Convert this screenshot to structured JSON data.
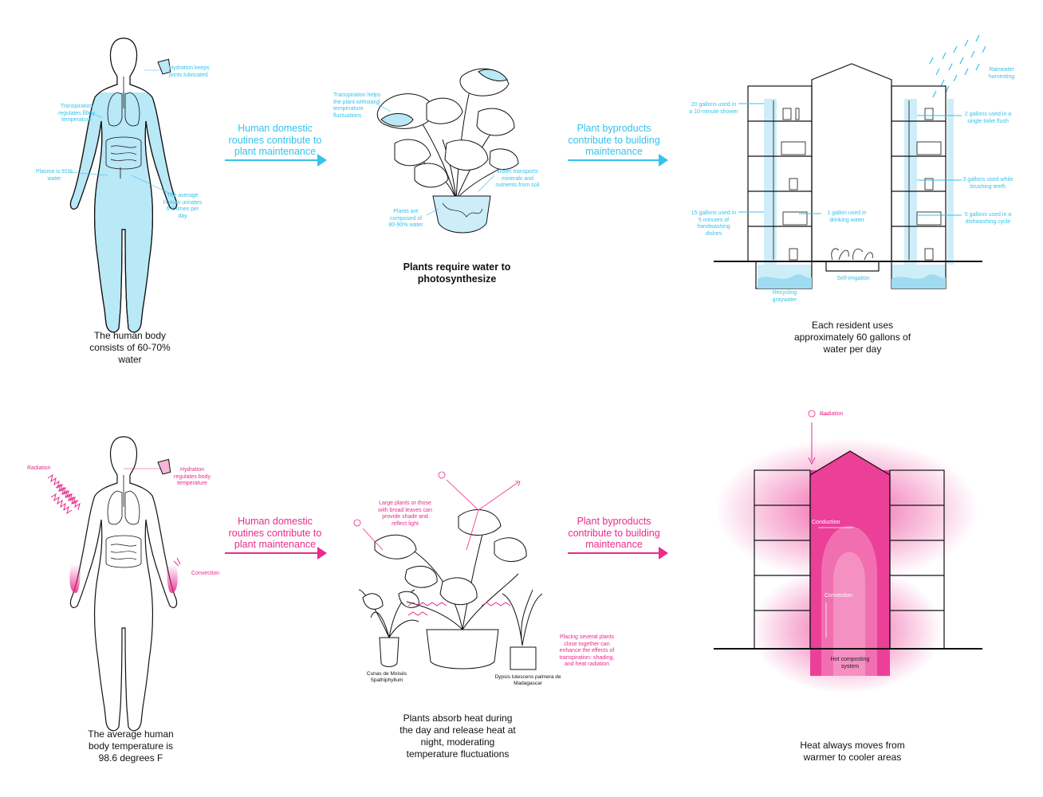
{
  "colors": {
    "water": "#35c2ec",
    "heat": "#ea2a8c",
    "ink": "#111111"
  },
  "row1": {
    "human": {
      "caption": "The human body consists of 60-70% water",
      "labels": {
        "hydration": "Hydration keeps joints lubricated",
        "transpiration": "Transpiration regulates body temperature",
        "plasma": "Plasma is 91% water",
        "urinates": "The average human urinates 6-7 times per day"
      }
    },
    "arrow1": "Human domestic routines contribute to plant maintenance",
    "plant": {
      "caption": "Plants require water to photosynthesize",
      "labels": {
        "transpiration": "Transpiration helps the plant withstand temperature fluctuations",
        "transport": "Water transports minerals and nutrients from soil",
        "composed": "Plants are composed of 80-90% water"
      }
    },
    "arrow2": "Plant byproducts contribute to building maintenance",
    "building": {
      "caption": "Each resident uses approximately 60 gallons of water per day",
      "labels": {
        "rainwater": "Rainwater harvesting",
        "shower": "20 gallons used in a 10-minute shower",
        "toilet": "2 gallons used in a single toilet flush",
        "teeth": "3 gallons used while brushing teeth",
        "handwashing": "15 gallons used in 5 minutes of handwashing dishes",
        "drinking": "1 gallon used in drinking water",
        "dishwashing": "5 gallons used in a dishwashing cycle",
        "recycling": "Recycling graywater",
        "irrigation": "Self-irrigation"
      }
    }
  },
  "row2": {
    "human": {
      "caption": "The average human body temperature is 98.6 degrees F",
      "labels": {
        "radiation": "Radiation",
        "hydration": "Hydration regulates body temperature",
        "convection": "Convection"
      }
    },
    "arrow1": "Human domestic routines contribute to plant maintenance",
    "plant": {
      "caption": "Plants absorb heat during the day and release heat at night, moderating temperature fluctuations",
      "labels": {
        "large": "Large plants or those with broad leaves can provide shade and reflect light",
        "placing": "Placing several plants close together can enhance the effects of transpiration: shading, and heat radiation",
        "cunas": "Cunas de Moisés Spathiphyllum",
        "dypsis": "Dypsis lutescens palmera de Madagascar"
      }
    },
    "arrow2": "Plant byproducts contribute to building maintenance",
    "building": {
      "caption": "Heat always moves from warmer to cooler areas",
      "labels": {
        "radiation": "Radiation",
        "conduction": "Conduction",
        "convection": "Convection",
        "composting": "Hot composting system"
      }
    }
  }
}
